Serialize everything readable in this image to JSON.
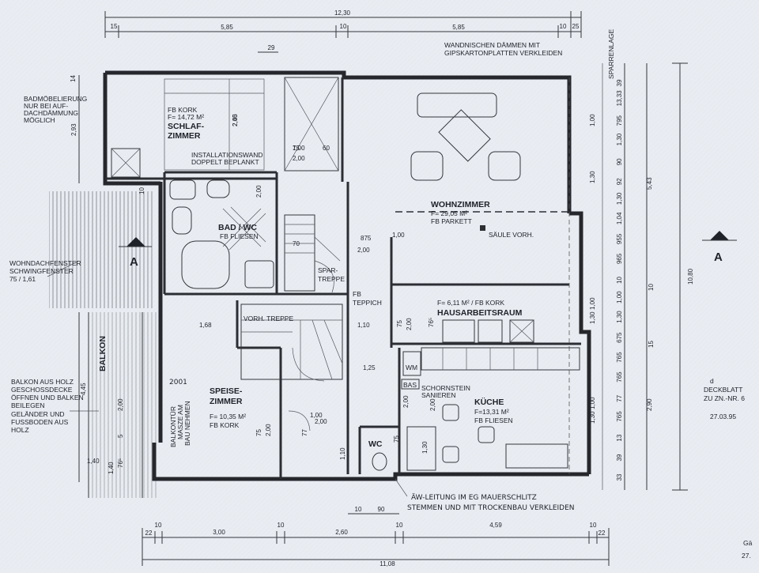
{
  "rooms": {
    "schlafzimmer": {
      "floor": "FB KORK",
      "area": "F= 14,72 M²",
      "name1": "SCHLAF-",
      "name2": "ZIMMER",
      "note1": "INSTALLATIONSWAND",
      "note2": "DOPPELT BEPLANKT"
    },
    "bad": {
      "name": "BAD / WC",
      "floor": "FB FLIESEN"
    },
    "wohnzimmer": {
      "name": "WOHNZIMMER",
      "area": "F= 29,05 M²",
      "floor": "FB PARKETT",
      "saeule": "SÄULE VORH."
    },
    "hausarbeitsraum": {
      "area": "F= 6,11 M² / FB KORK",
      "name": "HAUSARBEITSRAUM"
    },
    "speisezimmer": {
      "name1": "SPEISE-",
      "name2": "ZIMMER",
      "area": "F= 10,35 M²",
      "floor": "FB KORK"
    },
    "kueche": {
      "name": "KÜCHE",
      "area": "F=13,31 M²",
      "floor": "FB FLIESEN",
      "schornstein1": "SCHORNSTEIN",
      "schornstein2": "SANIEREN"
    },
    "wc": {
      "name": "WC"
    },
    "flur": {
      "floor1": "FB",
      "floor2": "TEPPICH"
    },
    "spartreppe": {
      "line1": "SPAR-",
      "line2": "TREPPE"
    },
    "vorh_treppe": "VORH. TREPPE",
    "balkon": "BALKON"
  },
  "notes": {
    "top_right": [
      "WANDNISCHEN DÄMMEN MIT",
      "GIPSKARTONPLATTEN VERKLEIDEN"
    ],
    "badmoeb": [
      "BADMÖBELIERUNG",
      "NUR BEI AUF-",
      "DACHDÄMMUNG",
      "MÖGLICH"
    ],
    "wohndach": [
      "WOHNDACHFENSTER",
      "SCHWINGFENSTER",
      "75 / 1,61"
    ],
    "balkon_holz": [
      "BALKON AUS HOLZ",
      "GESCHOSSDECKE",
      "ÖFFNEN UND BALKEN",
      "BEILEGEN",
      "GELÄNDER UND",
      "FUSSBODEN AUS",
      "HOLZ"
    ],
    "balkontuer": [
      "BALKONTÜR",
      "MASZE AM",
      "BAU NEHMEN"
    ],
    "aw": [
      "ÄW-LEITUNG IM EG MAUERSCHLITZ",
      "STEMMEN UND MIT TROCKENBAU VERKLEIDEN"
    ],
    "deckblatt": [
      "d",
      "DECKBLATT",
      "ZU ZN.-NR. 6",
      "27.03.95"
    ],
    "sparrenlage": "SPARRENLAGE",
    "section_mark": "A",
    "hand_2001": "2001",
    "wm": "WM",
    "bas": "BAS",
    "corner_1": "Gä",
    "corner_2": "27."
  },
  "dims": {
    "top": {
      "total": "12,30",
      "a": "15",
      "b": "5,85",
      "c": "10",
      "d": "5,85",
      "e": "10",
      "f": "25",
      "g": "29"
    },
    "bottom": {
      "a": "22",
      "b": "10",
      "c": "3,00",
      "d": "10",
      "e": "2,60",
      "f": "10",
      "g": "4,59",
      "h": "10",
      "i": "22",
      "total": "11,08",
      "j": "10",
      "k": "90"
    },
    "right_outer": {
      "total": "10,80",
      "upper": "5,43",
      "lower": "2,90",
      "a": "15",
      "b": "10"
    },
    "right_inner": [
      "39",
      "13,33",
      "795",
      "1,30",
      "90",
      "92",
      "1,30",
      "1,04",
      "955",
      "965",
      "10",
      "1,00",
      "1,30",
      "675",
      "765",
      "765",
      "77",
      "765",
      "13",
      "39",
      "33"
    ],
    "right_second": [
      "1,00",
      "1,30",
      "1,00",
      "1,30",
      "1,00",
      "1,30"
    ],
    "left": {
      "a": "14",
      "b": "2,93",
      "c": "4,45",
      "d": "1,40",
      "e": "1,40"
    },
    "interior": [
      "2,45",
      "75",
      "2,00",
      "60",
      "2,00",
      "10",
      "875",
      "2,00",
      "70",
      "1,68",
      "1,10",
      "1,25",
      "75",
      "2,00",
      "1,00",
      "2,00",
      "75",
      "2,00",
      "2,00",
      "1,30",
      "1,10",
      "75",
      "2,00",
      "1,00",
      "2,00",
      "5",
      "76⁵",
      "77",
      "76⁵",
      "2,00",
      "1,00"
    ]
  }
}
